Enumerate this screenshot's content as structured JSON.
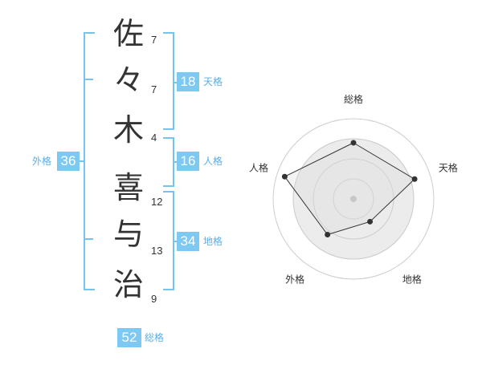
{
  "name": {
    "characters": [
      {
        "char": "佐",
        "strokes": "7"
      },
      {
        "char": "々",
        "strokes": "7"
      },
      {
        "char": "木",
        "strokes": "4"
      },
      {
        "char": "喜",
        "strokes": "12"
      },
      {
        "char": "与",
        "strokes": "13"
      },
      {
        "char": "治",
        "strokes": "9"
      }
    ]
  },
  "fortune": {
    "tenkaku": {
      "value": "18",
      "label": "天格"
    },
    "jinkaku": {
      "value": "16",
      "label": "人格"
    },
    "chikaku": {
      "value": "34",
      "label": "地格"
    },
    "gaikaku": {
      "value": "36",
      "label": "外格"
    },
    "soukaku": {
      "value": "52",
      "label": "総格"
    }
  },
  "chart_data": {
    "type": "radar",
    "axes": [
      "総格",
      "天格",
      "地格",
      "外格",
      "人格"
    ],
    "values": [
      0.7,
      0.8,
      0.35,
      0.55,
      0.9
    ],
    "rings": 4,
    "max": 1,
    "colors": {
      "fill": "#ececec",
      "line": "#333333",
      "ring": "#cccccc",
      "point": "#333333",
      "center": "#bbbbbb"
    }
  },
  "colors": {
    "accent": "#7ec9f2",
    "bracket": "#77c3f0",
    "label_text": "#5aaee8"
  }
}
